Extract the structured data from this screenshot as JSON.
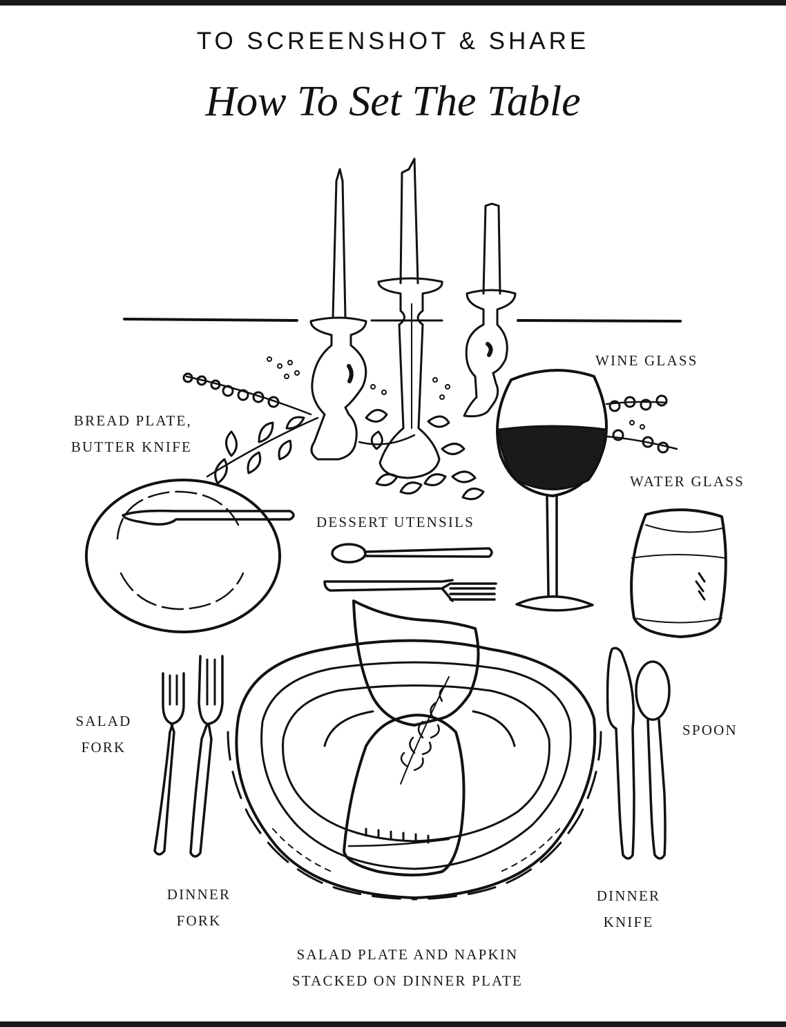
{
  "header": {
    "kicker": "TO SCREENSHOT & SHARE",
    "title": "How To Set The Table"
  },
  "labels": {
    "bread_plate": [
      "BREAD PLATE,",
      "BUTTER KNIFE"
    ],
    "wine_glass": "WINE GLASS",
    "water_glass": "WATER GLASS",
    "dessert_utensils": "DESSERT UTENSILS",
    "salad_fork": [
      "SALAD",
      "FORK"
    ],
    "spoon": "SPOON",
    "dinner_fork": [
      "DINNER",
      "FORK"
    ],
    "dinner_knife": [
      "DINNER",
      "KNIFE"
    ],
    "salad_plate": [
      "SALAD PLATE AND NAPKIN",
      "STACKED ON DINNER PLATE"
    ]
  },
  "colors": {
    "ink": "#111111",
    "paper": "#ffffff",
    "wine": "#1a1a1a"
  },
  "icons": [
    "candle-icon",
    "candlestick-icon",
    "greenery-icon",
    "wine-glass-icon",
    "water-glass-icon",
    "bread-plate-icon",
    "butter-knife-icon",
    "dessert-spoon-icon",
    "dessert-fork-icon",
    "salad-fork-icon",
    "dinner-fork-icon",
    "charger-plate-icon",
    "napkin-icon",
    "dinner-knife-icon",
    "spoon-icon"
  ]
}
